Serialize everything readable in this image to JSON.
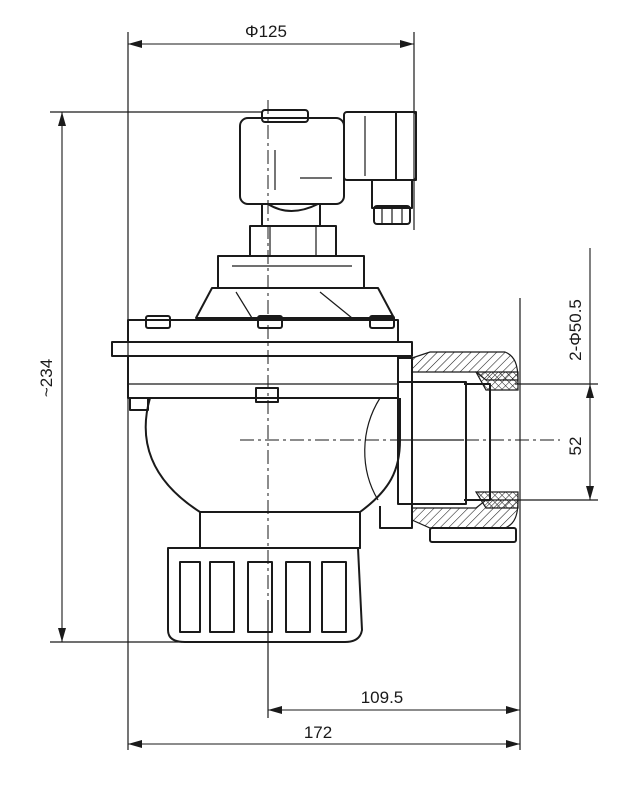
{
  "dimensions": {
    "top_diameter": "Φ125",
    "height": "~234",
    "port_diameter": "2-Φ50.5",
    "port_offset": "52",
    "width_inner": "109.5",
    "width_total": "172"
  }
}
